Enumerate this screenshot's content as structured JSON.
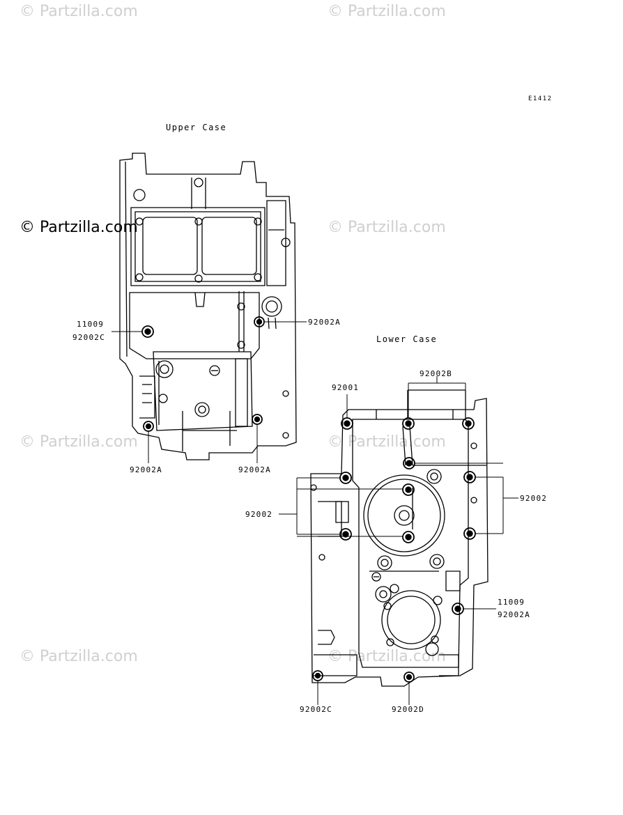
{
  "watermark": "© Partzilla.com",
  "diagram_code": "E1412",
  "upper_case": {
    "title": "Upper Case",
    "labels": {
      "l1": "11009",
      "l2": "92002C",
      "l3": "92002A",
      "l4": "92002A",
      "l5": "92002A"
    }
  },
  "lower_case": {
    "title": "Lower Case",
    "labels": {
      "l1": "92001",
      "l2": "92002B",
      "l3": "92002",
      "l4": "92002",
      "l5": "11009",
      "l6": "92002A",
      "l7": "92002C",
      "l8": "92002D"
    }
  },
  "colors": {
    "line": "#000000",
    "watermark": "#cfcfcf"
  }
}
